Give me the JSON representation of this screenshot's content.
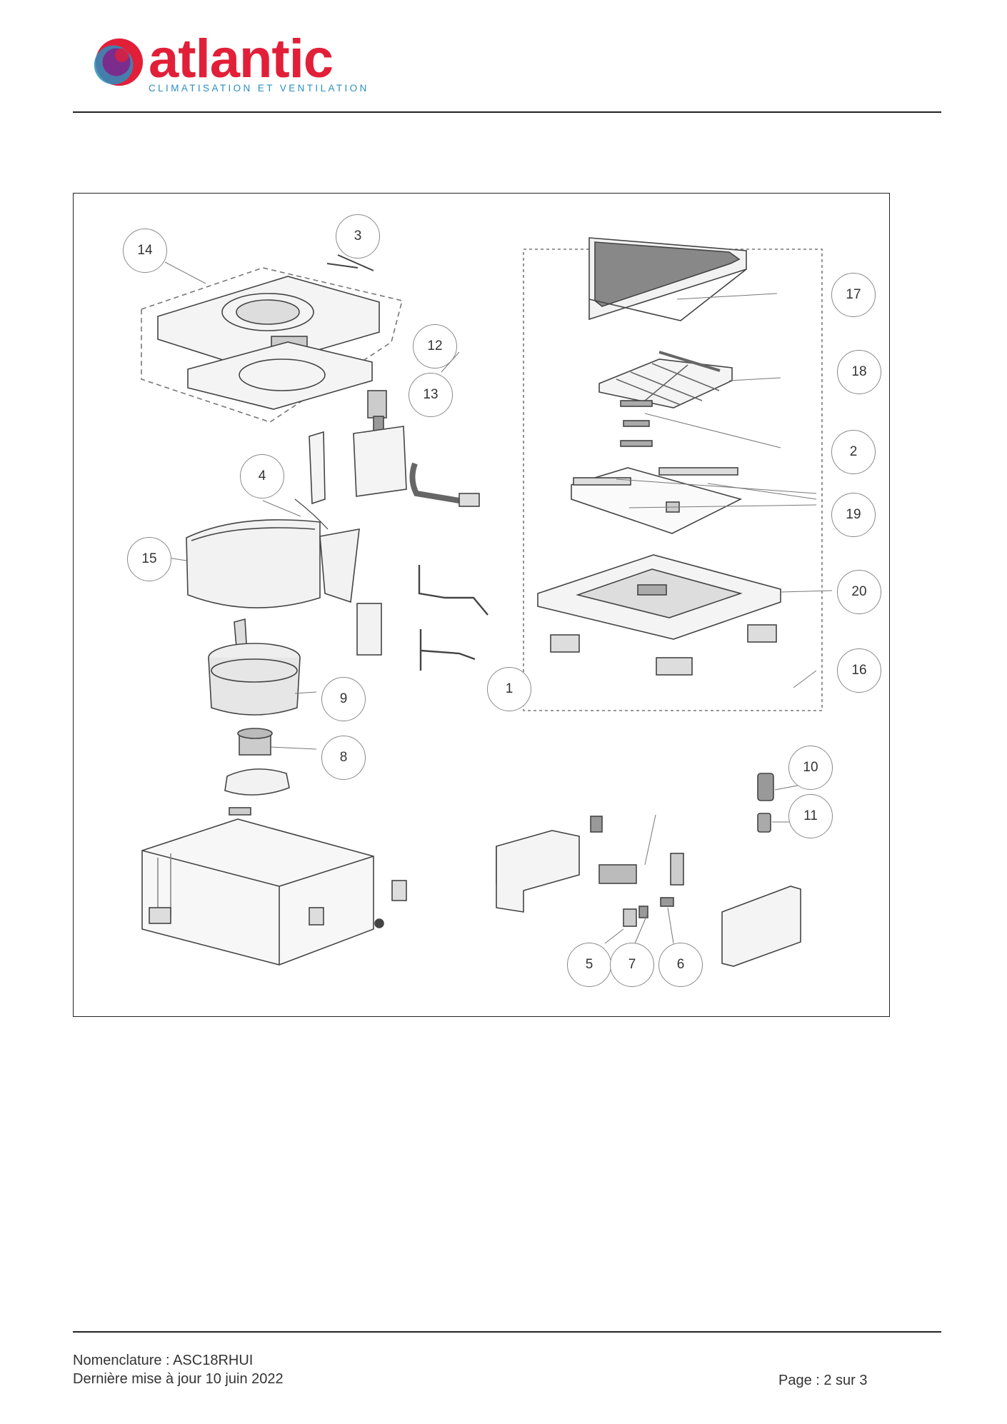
{
  "header": {
    "brand": "atlantic",
    "tagline": "CLIMATISATION ET VENTILATION",
    "colors": {
      "brand_red": "#e21f38",
      "brand_blue": "#2a8fbf",
      "brand_purple": "#7b2d8e"
    }
  },
  "diagram": {
    "callouts": [
      "1",
      "2",
      "3",
      "4",
      "5",
      "6",
      "7",
      "8",
      "9",
      "10",
      "11",
      "12",
      "13",
      "14",
      "15",
      "16",
      "17",
      "18",
      "19",
      "20"
    ]
  },
  "footer": {
    "nomenclature": "Nomenclature : ASC18RHUI",
    "updated": "Dernière mise à jour 10 juin 2022",
    "page": "Page : 2 sur 3"
  }
}
